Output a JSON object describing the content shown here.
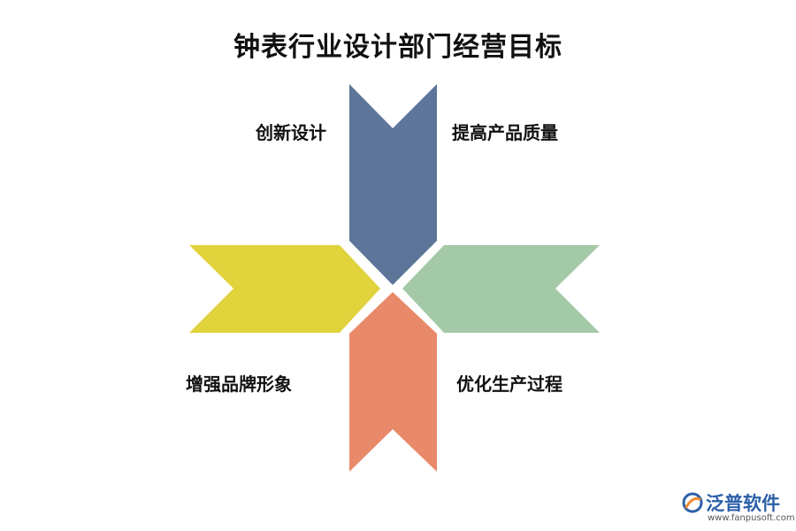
{
  "title": "钟表行业设计部门经营目标",
  "labels": {
    "top_left": "创新设计",
    "top_right": "提高产品质量",
    "bottom_left": "增强品牌形象",
    "bottom_right": "优化生产过程"
  },
  "colors": {
    "top_arrow": "#5d7599",
    "left_arrow": "#e0d33c",
    "right_arrow": "#a3c9a6",
    "bottom_arrow": "#e8896a",
    "watermark_blue": "#2b5fa8",
    "watermark_orange": "#f08a2e"
  },
  "watermark": {
    "name": "泛普软件",
    "url": "www.fanpusoft.com"
  }
}
